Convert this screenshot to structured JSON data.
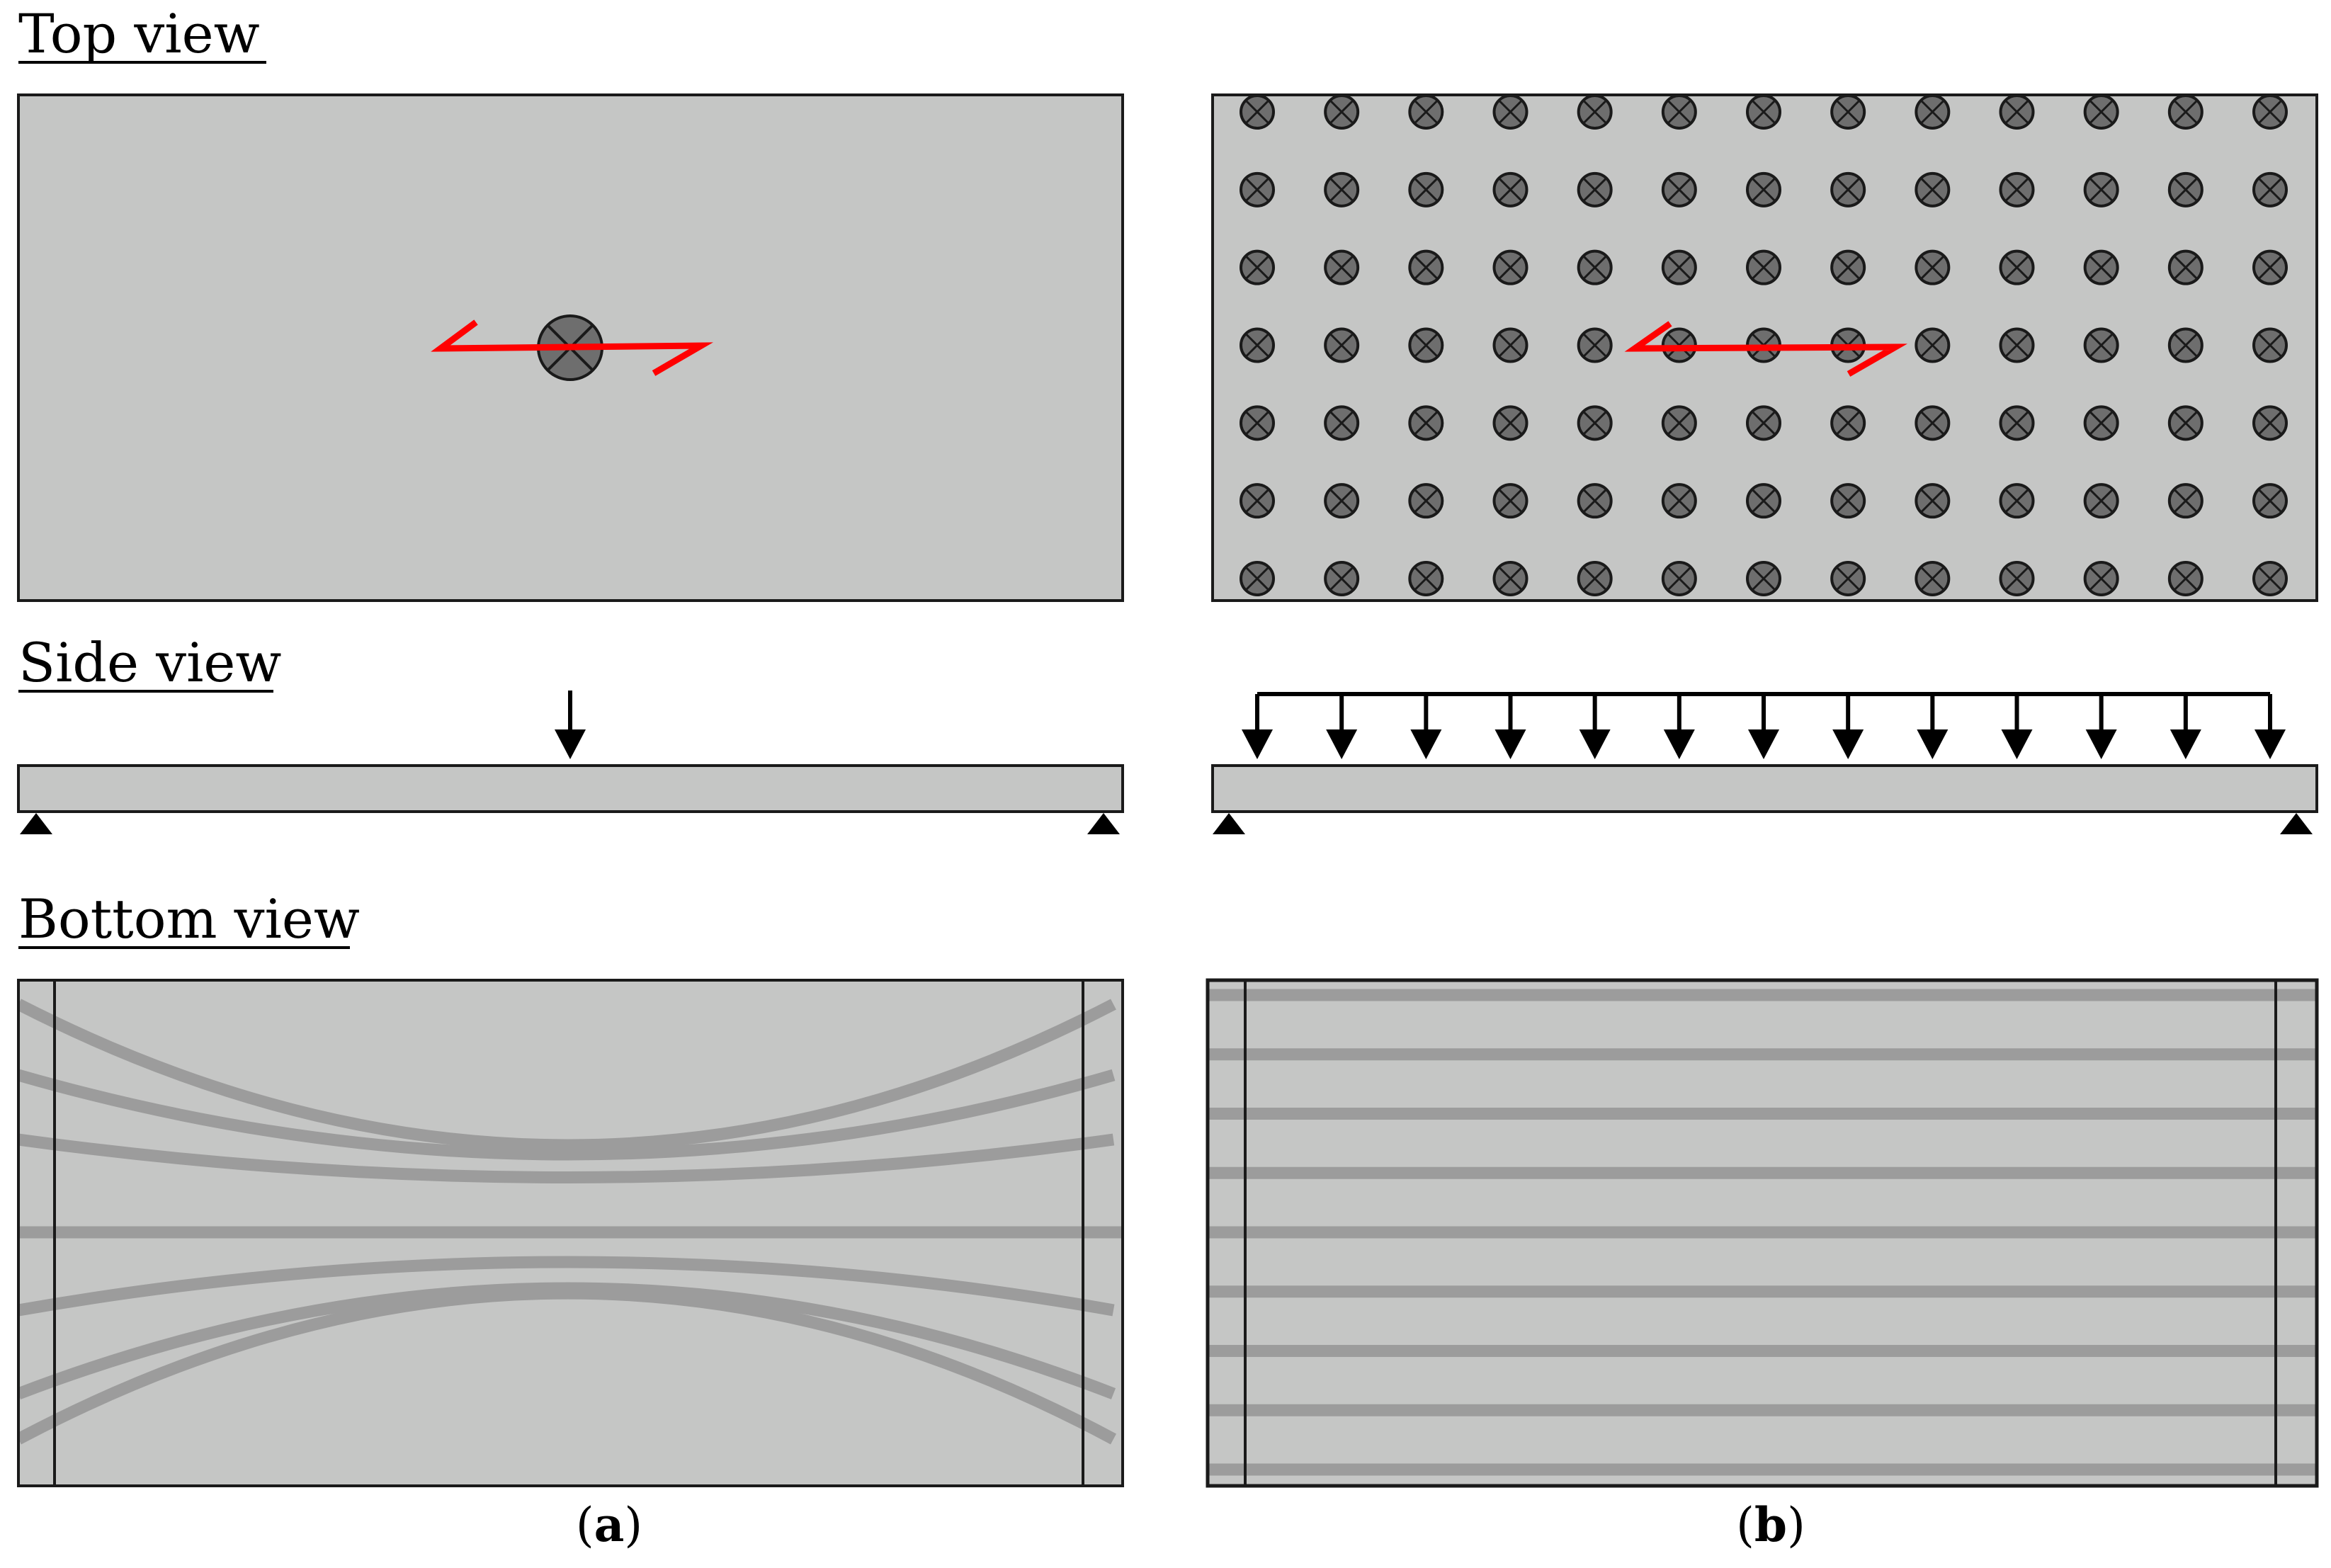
{
  "headings": {
    "top_view": "Top view",
    "side_view": "Side view",
    "bottom_view": "Bottom view"
  },
  "captions": {
    "a_open": "(",
    "a_letter": "a",
    "a_close": ")",
    "b_open": "(",
    "b_letter": "b",
    "b_close": ")"
  },
  "colors": {
    "slab_fill": "#c5c6c5",
    "outline": "#1a1a1a",
    "load_symbol_fill": "#6e6e6e",
    "moment_arrow": "#ff0000",
    "crack_line": "#9c9c9c",
    "support": "#000000"
  },
  "icons": {
    "point_load_top": "circled-x-load-icon",
    "moment": "double-arrow-moment-icon",
    "side_load": "down-arrow-icon",
    "support": "triangle-support-icon"
  },
  "panel_b_load_grid": {
    "rows": 7,
    "columns": 13
  },
  "panel_b_side_arrows": 13,
  "panel_b_bottom_cracks": 9
}
